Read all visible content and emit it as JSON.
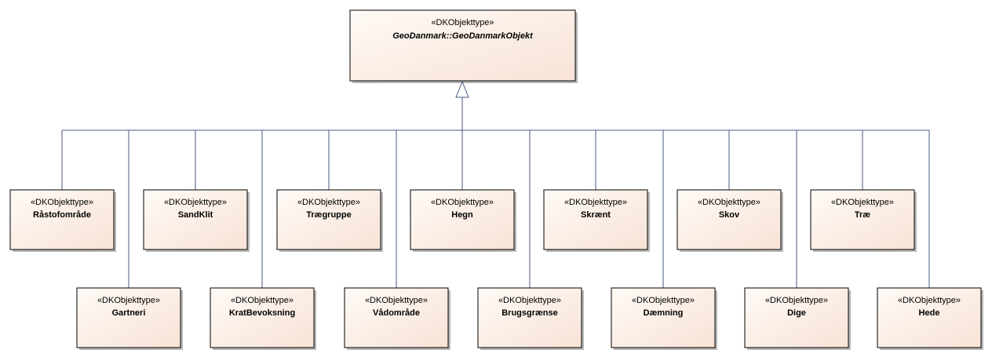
{
  "diagram": {
    "parent": {
      "stereotype": "«DKObjekttype»",
      "name": "GeoDanmark::GeoDanmarkObjekt"
    },
    "children": [
      {
        "stereotype": "«DKObjekttype»",
        "name": "Råstofområde"
      },
      {
        "stereotype": "«DKObjekttype»",
        "name": "Gartneri"
      },
      {
        "stereotype": "«DKObjekttype»",
        "name": "SandKlit"
      },
      {
        "stereotype": "«DKObjekttype»",
        "name": "KratBevoksning"
      },
      {
        "stereotype": "«DKObjekttype»",
        "name": "Trægruppe"
      },
      {
        "stereotype": "«DKObjekttype»",
        "name": "Vådområde"
      },
      {
        "stereotype": "«DKObjekttype»",
        "name": "Hegn"
      },
      {
        "stereotype": "«DKObjekttype»",
        "name": "Brugsgrænse"
      },
      {
        "stereotype": "«DKObjekttype»",
        "name": "Skrænt"
      },
      {
        "stereotype": "«DKObjekttype»",
        "name": "Dæmning"
      },
      {
        "stereotype": "«DKObjekttype»",
        "name": "Skov"
      },
      {
        "stereotype": "«DKObjekttype»",
        "name": "Dige"
      },
      {
        "stereotype": "«DKObjekttype»",
        "name": "Træ"
      },
      {
        "stereotype": "«DKObjekttype»",
        "name": "Hede"
      }
    ],
    "colors": {
      "box_fill_top": "#fffaf6",
      "box_fill_bottom": "#f7e3d6",
      "connector": "#4a5a84"
    }
  }
}
